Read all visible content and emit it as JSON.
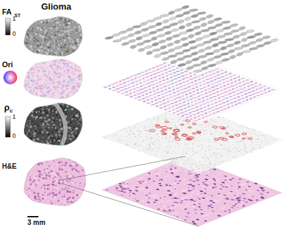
{
  "diagram": {
    "title": "Glioma",
    "labels": [
      "FA",
      "ST",
      "1",
      "0",
      "Ori",
      "ρ",
      "c",
      "1",
      "0",
      "H&E",
      "3 mm"
    ]
  }
}
